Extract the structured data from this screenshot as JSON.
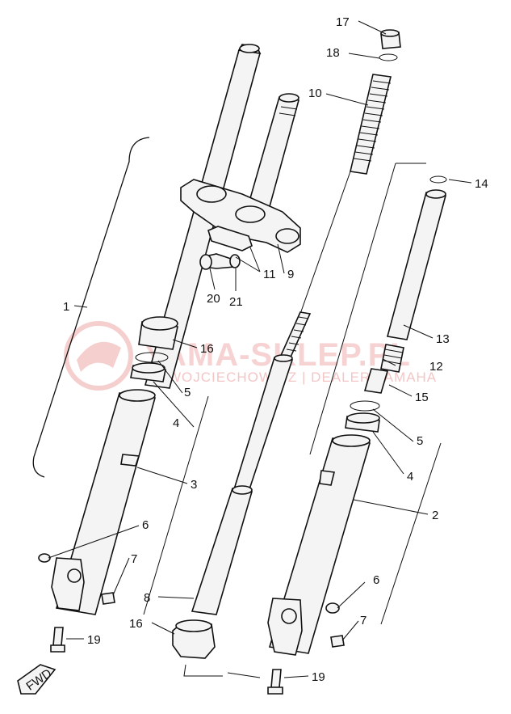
{
  "watermark": {
    "brand": "YAMA-SKLEP.PL",
    "subtitle": "WOJCIECHOWICZ | DEALER YAMAHA"
  },
  "direction_tag": "FWD",
  "callouts": [
    {
      "id": "c1",
      "label": "1"
    },
    {
      "id": "c2",
      "label": "2"
    },
    {
      "id": "c3",
      "label": "3"
    },
    {
      "id": "c4a",
      "label": "4"
    },
    {
      "id": "c4b",
      "label": "4"
    },
    {
      "id": "c5a",
      "label": "5"
    },
    {
      "id": "c5b",
      "label": "5"
    },
    {
      "id": "c6a",
      "label": "6"
    },
    {
      "id": "c6b",
      "label": "6"
    },
    {
      "id": "c7a",
      "label": "7"
    },
    {
      "id": "c7b",
      "label": "7"
    },
    {
      "id": "c8",
      "label": "8"
    },
    {
      "id": "c9",
      "label": "9"
    },
    {
      "id": "c10",
      "label": "10"
    },
    {
      "id": "c11",
      "label": "11"
    },
    {
      "id": "c12",
      "label": "12"
    },
    {
      "id": "c13",
      "label": "13"
    },
    {
      "id": "c14",
      "label": "14"
    },
    {
      "id": "c15",
      "label": "15"
    },
    {
      "id": "c16a",
      "label": "16"
    },
    {
      "id": "c16b",
      "label": "16"
    },
    {
      "id": "c17",
      "label": "17"
    },
    {
      "id": "c18",
      "label": "18"
    },
    {
      "id": "c19a",
      "label": "19"
    },
    {
      "id": "c19b",
      "label": "19"
    },
    {
      "id": "c20",
      "label": "20"
    },
    {
      "id": "c21",
      "label": "21"
    }
  ]
}
